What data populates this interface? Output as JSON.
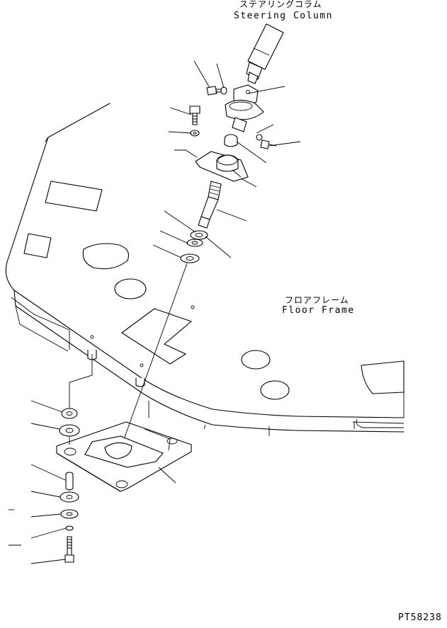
{
  "labels": {
    "steering_column_jp": "ステアリングコラム",
    "steering_column_en": "Steering Column",
    "floor_frame_jp": "フロアフレーム",
    "floor_frame_en": "Floor Frame",
    "figure_code": "PT58238"
  },
  "colors": {
    "line": "#000000",
    "background": "#ffffff"
  }
}
